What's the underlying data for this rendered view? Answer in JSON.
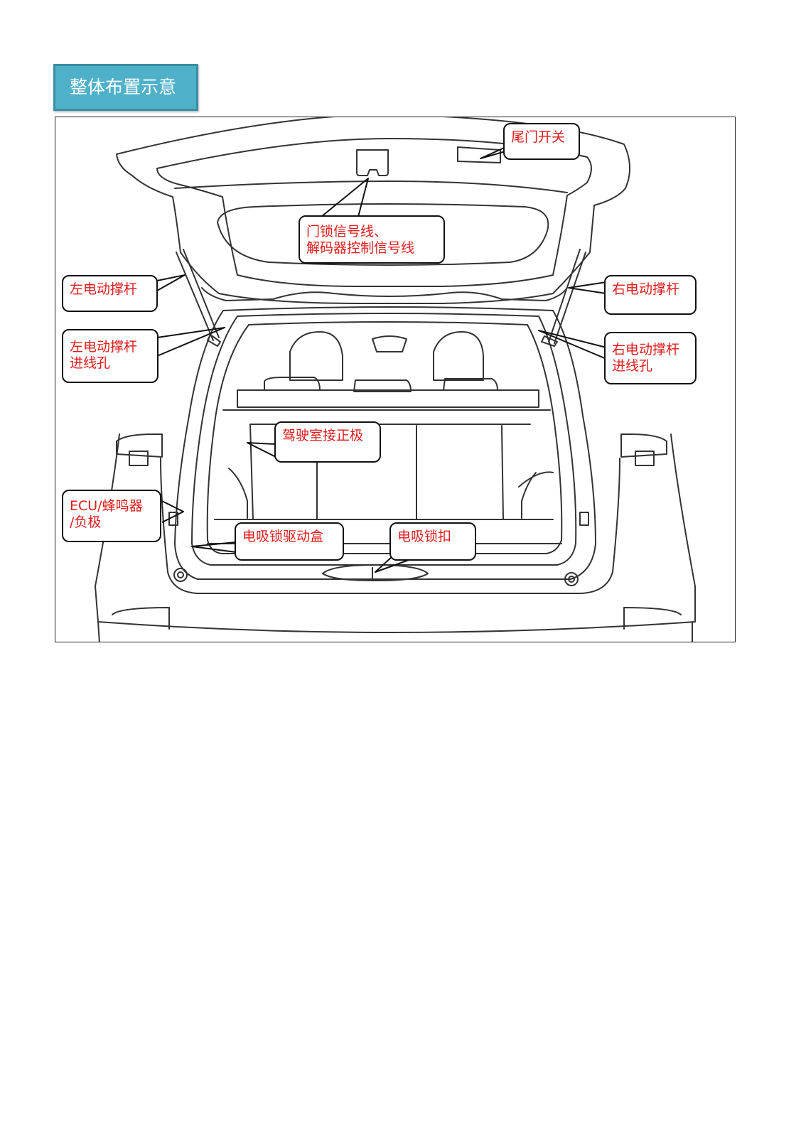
{
  "title": "整体布置示意",
  "labels": {
    "tailgate_switch": "尾门开关",
    "lock_signal": [
      "门锁信号线、",
      "解码器控制信号线"
    ],
    "left_strut": "左电动撑杆",
    "right_strut": "右电动撑杆",
    "left_strut_hole": [
      "左电动撑杆",
      "进线孔"
    ],
    "right_strut_hole": [
      "右电动撑杆",
      "进线孔"
    ],
    "cabin_positive": "驾驶室接正极",
    "ecu": [
      "ECU/蜂鸣器",
      "/负极"
    ],
    "suction_lock_box": "电吸锁驱动盒",
    "suction_lock_latch": "电吸锁扣"
  }
}
